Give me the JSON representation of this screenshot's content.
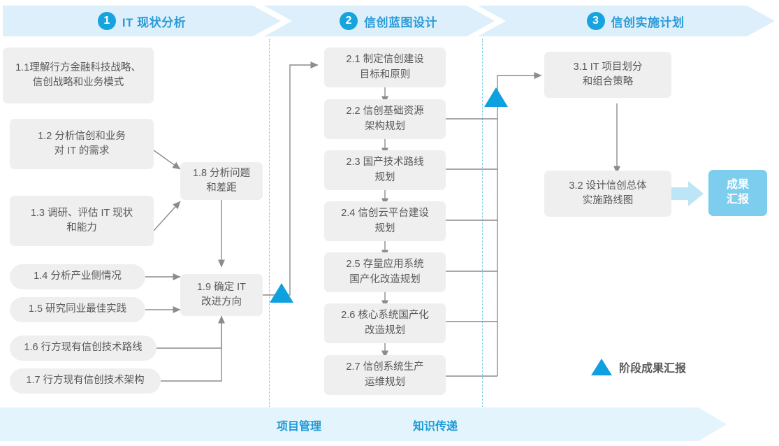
{
  "phases": [
    {
      "num": "1",
      "title": "IT 现状分析"
    },
    {
      "num": "2",
      "title": "信创蓝图设计"
    },
    {
      "num": "3",
      "title": "信创实施计划"
    }
  ],
  "phase1_nodes": [
    {
      "id": "1.1",
      "text": "1.1理解行方金融科技战略、\n信创战略和业务模式"
    },
    {
      "id": "1.2",
      "text": "1.2 分析信创和业务\n对 IT 的需求"
    },
    {
      "id": "1.3",
      "text": "1.3 调研、评估 IT 现状\n和能力"
    },
    {
      "id": "1.4",
      "text": "1.4 分析产业侧情况"
    },
    {
      "id": "1.5",
      "text": "1.5 研究同业最佳实践"
    },
    {
      "id": "1.6",
      "text": "1.6 行方现有信创技术路线"
    },
    {
      "id": "1.7",
      "text": "1.7 行方现有信创技术架构"
    },
    {
      "id": "1.8",
      "text": "1.8 分析问题\n和差距"
    },
    {
      "id": "1.9",
      "text": "1.9 确定 IT\n改进方向"
    }
  ],
  "phase2_nodes": [
    {
      "id": "2.1",
      "text": "2.1 制定信创建设\n目标和原则"
    },
    {
      "id": "2.2",
      "text": "2.2 信创基础资源\n架构规划"
    },
    {
      "id": "2.3",
      "text": "2.3 国产技术路线\n规划"
    },
    {
      "id": "2.4",
      "text": "2.4 信创云平台建设\n规划"
    },
    {
      "id": "2.5",
      "text": "2.5 存量应用系统\n国产化改造规划"
    },
    {
      "id": "2.6",
      "text": "2.6 核心系统国产化\n改造规划"
    },
    {
      "id": "2.7",
      "text": "2.7 信创系统生产\n运维规划"
    }
  ],
  "phase3_nodes": [
    {
      "id": "3.1",
      "text": "3.1 IT 项目划分\n和组合策略"
    },
    {
      "id": "3.2",
      "text": "3.2 设计信创总体\n实施路线图"
    }
  ],
  "result_node": {
    "text": "成果\n汇报"
  },
  "legend": {
    "label": "阶段成果汇报"
  },
  "bottom_bar": {
    "labels": [
      {
        "text": "项目管理"
      },
      {
        "text": "知识传递"
      }
    ]
  },
  "colors": {
    "accent_blue": "#0FA0E0",
    "banner_blue": "#DCEFFA",
    "title_blue": "#2B9BD8",
    "node_gray": "#EFEFEF",
    "node_text": "#595959",
    "result_blue": "#7CCDEE",
    "connector_gray": "#8C8C8C",
    "divider_dotted": "#66C6E8"
  }
}
